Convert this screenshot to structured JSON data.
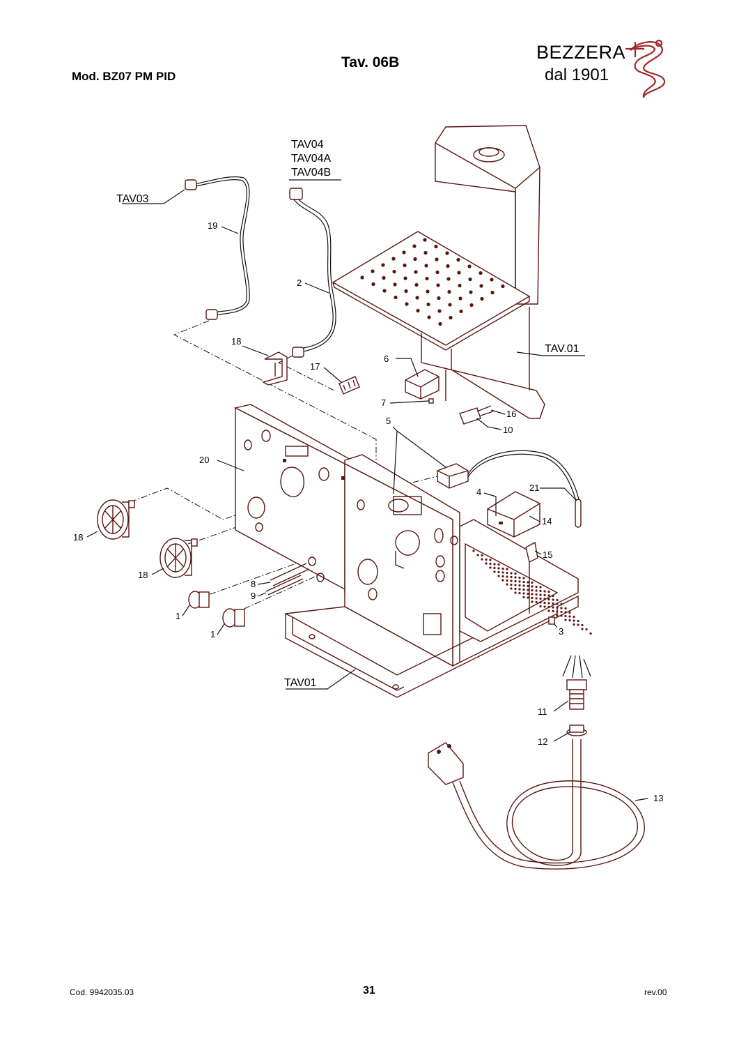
{
  "header": {
    "model": "Mod.  BZ07 PM PID",
    "table_title": "Tav. 06B",
    "brand_name": "BEZZERA",
    "brand_since": "dal 1901"
  },
  "footer": {
    "doc_code": "Cod. 9942035.03",
    "page_number": "31",
    "revision": "rev.00"
  },
  "references": {
    "tav03": "TAV03",
    "tav04": "TAV04",
    "tav04a": "TAV04A",
    "tav04b": "TAV04B",
    "tav01_upper": "TAV.01",
    "tav01_lower": "TAV01"
  },
  "callouts": {
    "p1a": "1",
    "p1b": "1",
    "p2": "2",
    "p3": "3",
    "p4": "4",
    "p5": "5",
    "p6": "6",
    "p7": "7",
    "p8": "8",
    "p9": "9",
    "p10": "10",
    "p11": "11",
    "p12": "12",
    "p13": "13",
    "p14": "14",
    "p15": "15",
    "p16": "16",
    "p17": "17",
    "p18a": "18",
    "p18b": "18",
    "p18c": "18",
    "p19": "19",
    "p20": "20",
    "p21": "21"
  },
  "colors": {
    "line_art": "#5a1410",
    "logo": "#a0282a",
    "ink": "#111111"
  }
}
